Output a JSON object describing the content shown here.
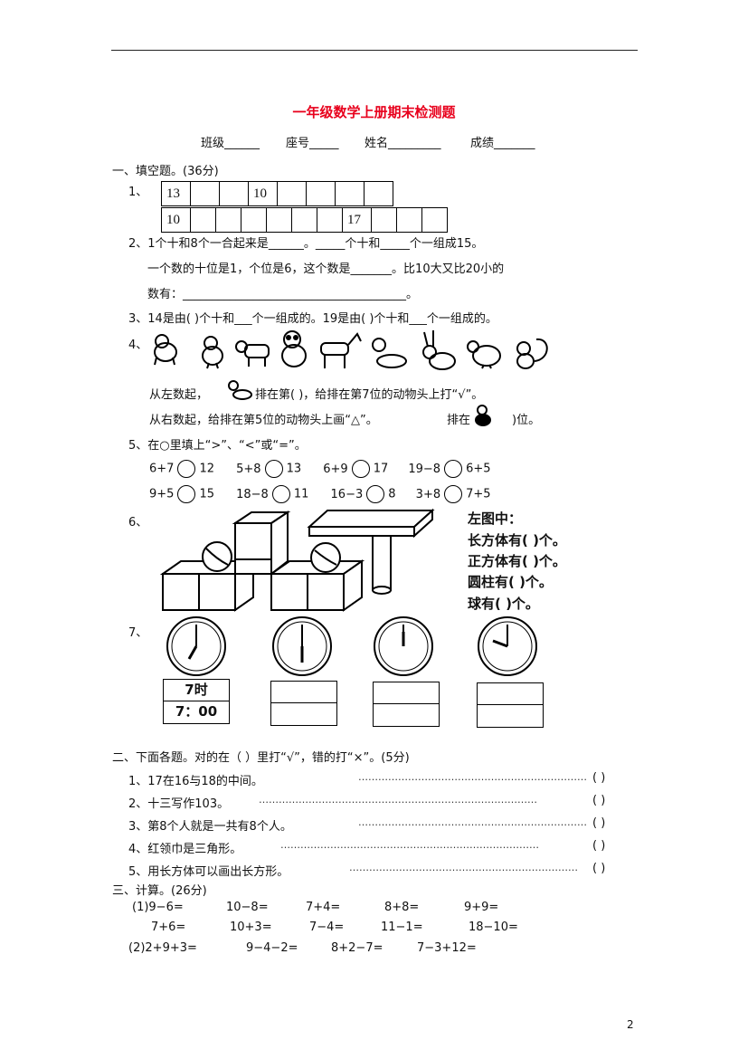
{
  "title": "一年级数学上册期末检测题",
  "header_fields": [
    "班级______",
    "座号_____",
    "姓名_________",
    "成绩_______"
  ],
  "s1": {
    "heading": "一、填空题。(36分)",
    "q1_label": "1、",
    "grid_row1": [
      "13",
      "",
      "",
      "10",
      "",
      "",
      "",
      ""
    ],
    "grid_row2": [
      "10",
      "",
      "",
      "",
      "",
      "",
      "",
      "17",
      "",
      "",
      ""
    ],
    "q2a": "2、1个十和8个一合起来是______。_____个十和_____个一组成15。",
    "q2b": "一个数的十位是1，个位是6，这个数是_______。比10大又比20小的",
    "q2c": "数有：______________________________________。",
    "q3": "3、14是由(  )个十和___个一组成的。19是由( )个十和___个一组成的。",
    "q4_label": "4、",
    "q4a_pre": "从左数起，",
    "q4a_post": "排在第(  )，给排在第7位的动物头上打“√”。",
    "q4b_pre": "从右数起，给排在第5位的动物头上画“△”。",
    "q4b_mid": "排在",
    "q4b_post": ")位。",
    "q5": "5、在○里填上“>”、“<”或“=”。",
    "q5_row1": [
      [
        "6+7",
        "12"
      ],
      [
        "5+8",
        "13"
      ],
      [
        "6+9",
        "17"
      ],
      [
        "19−8",
        "6+5"
      ]
    ],
    "q5_row2": [
      [
        "9+5",
        "15"
      ],
      [
        "18−8",
        "11"
      ],
      [
        "16−3",
        "8"
      ],
      [
        "3+8",
        "7+5"
      ]
    ],
    "q6_label": "6、",
    "q6_lines": [
      "左图中：",
      "长方体有(      )个。",
      "正方体有(      )个。",
      "圆柱有(      )个。",
      "球有(      )个。"
    ],
    "q7_label": "7、",
    "q7_answer": [
      "7时",
      "7：00"
    ]
  },
  "s2": {
    "heading": "二、下面各题。对的在（  ）里打“√”，错的打“×”。(5分)",
    "items": [
      "1、17在16与18的中间。",
      "2、十三写作103。",
      "3、第8个人就是一共有8个人。",
      "4、红领巾是三角形。",
      "5、用长方体可以画出长方形。"
    ],
    "dots": "……………………………………………………………",
    "paren": "(      )"
  },
  "s3": {
    "heading": "三、计算。(26分)",
    "row1": [
      "(1)9−6=",
      "10−8=",
      "7+4=",
      "8+8=",
      "9+9="
    ],
    "row2": [
      "7+6=",
      "10+3=",
      "7−4=",
      "11−1=",
      "18−10="
    ],
    "row3": [
      "(2)2+9+3=",
      "9−4−2=",
      "8+2−7=",
      "7−3+12="
    ]
  },
  "page_number": "2"
}
